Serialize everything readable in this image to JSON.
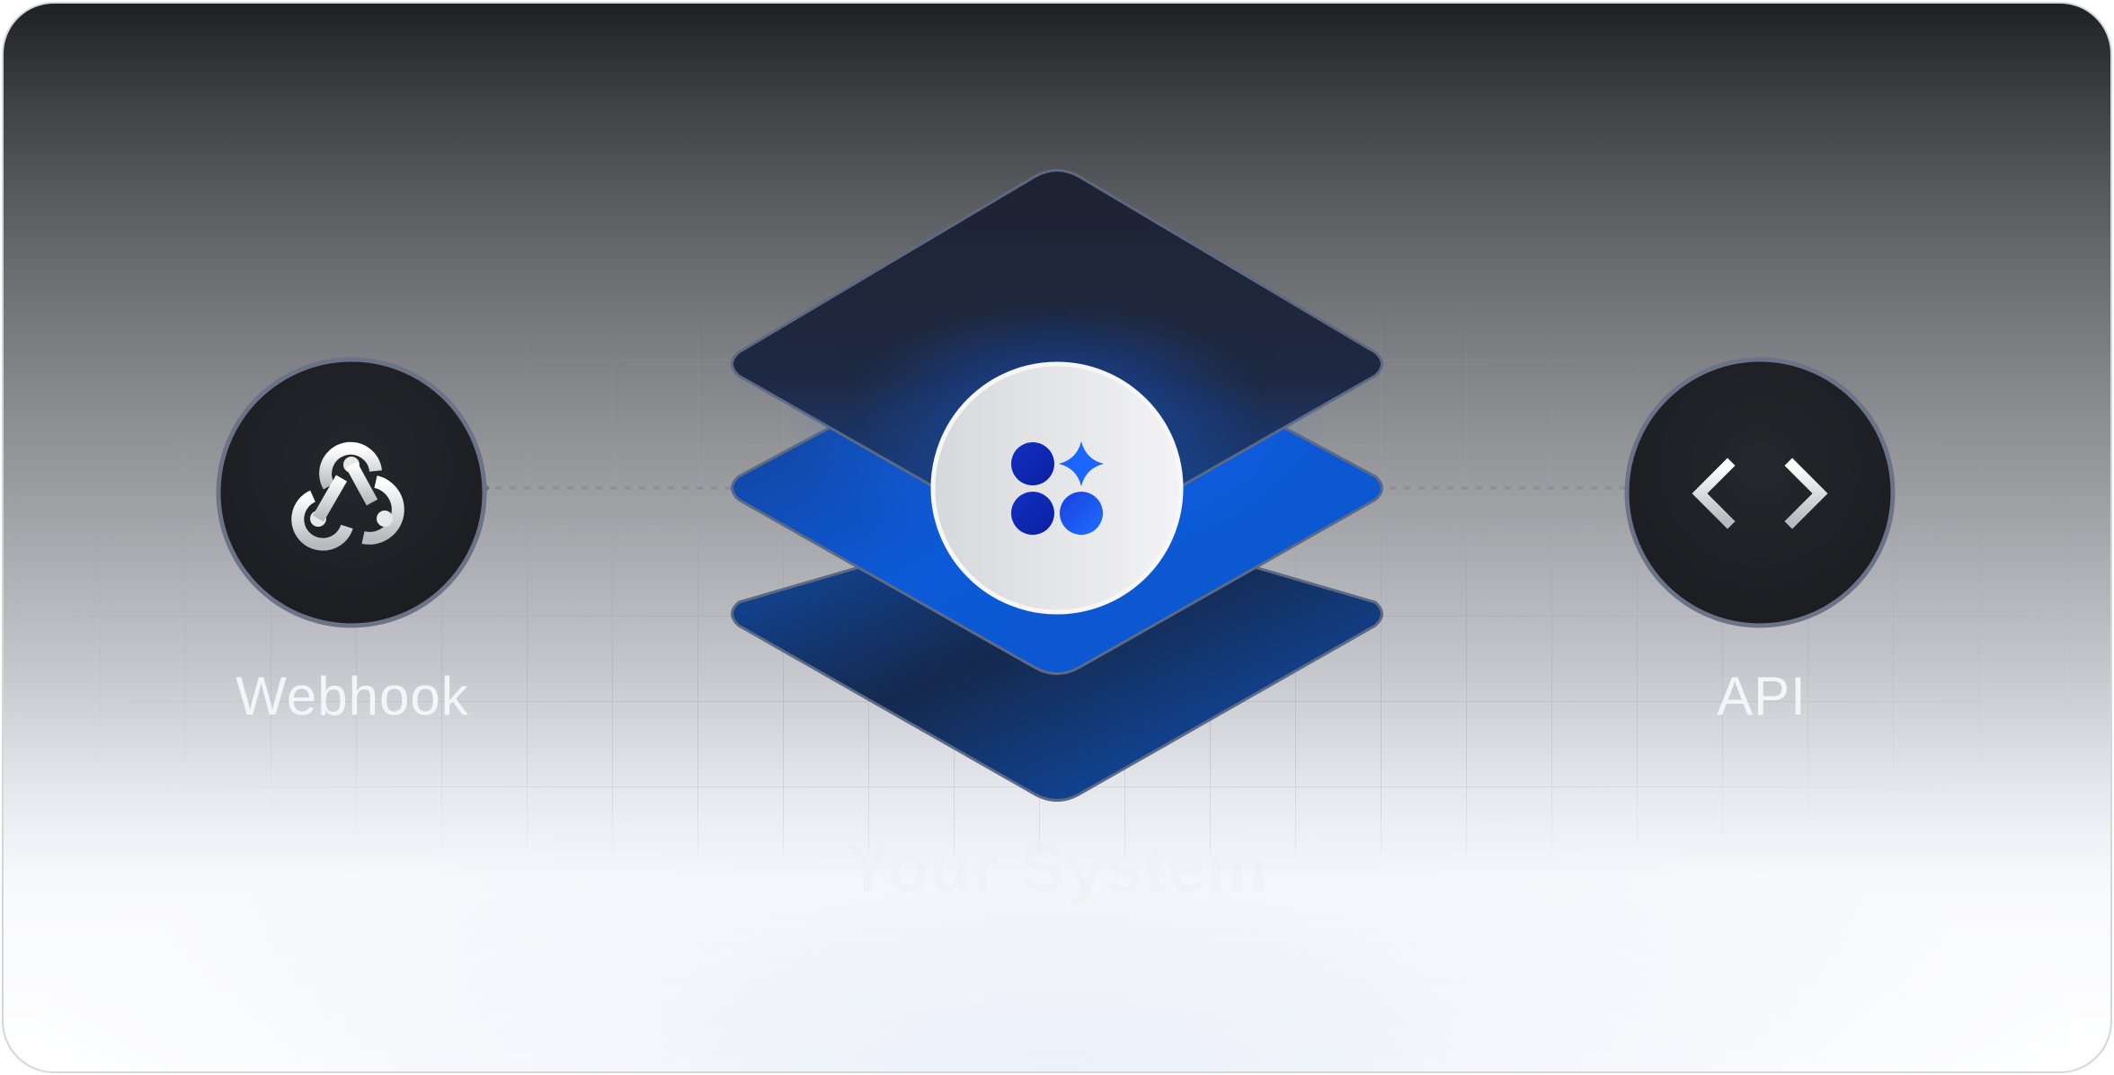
{
  "diagram": {
    "left_node": {
      "label": "Webhook",
      "icon": "webhook-icon"
    },
    "center_node": {
      "label": "Your System",
      "icon": "app-logo-icon"
    },
    "right_node": {
      "label": "API",
      "icon": "code-brackets-icon"
    }
  },
  "colors": {
    "node_dark": "#212226",
    "layer_blue": "#0b5bd3",
    "layer_navy": "#14264a",
    "logo_blue": "#1030c8",
    "logo_accent": "#1a6bff",
    "connector": "#8a8d93"
  }
}
